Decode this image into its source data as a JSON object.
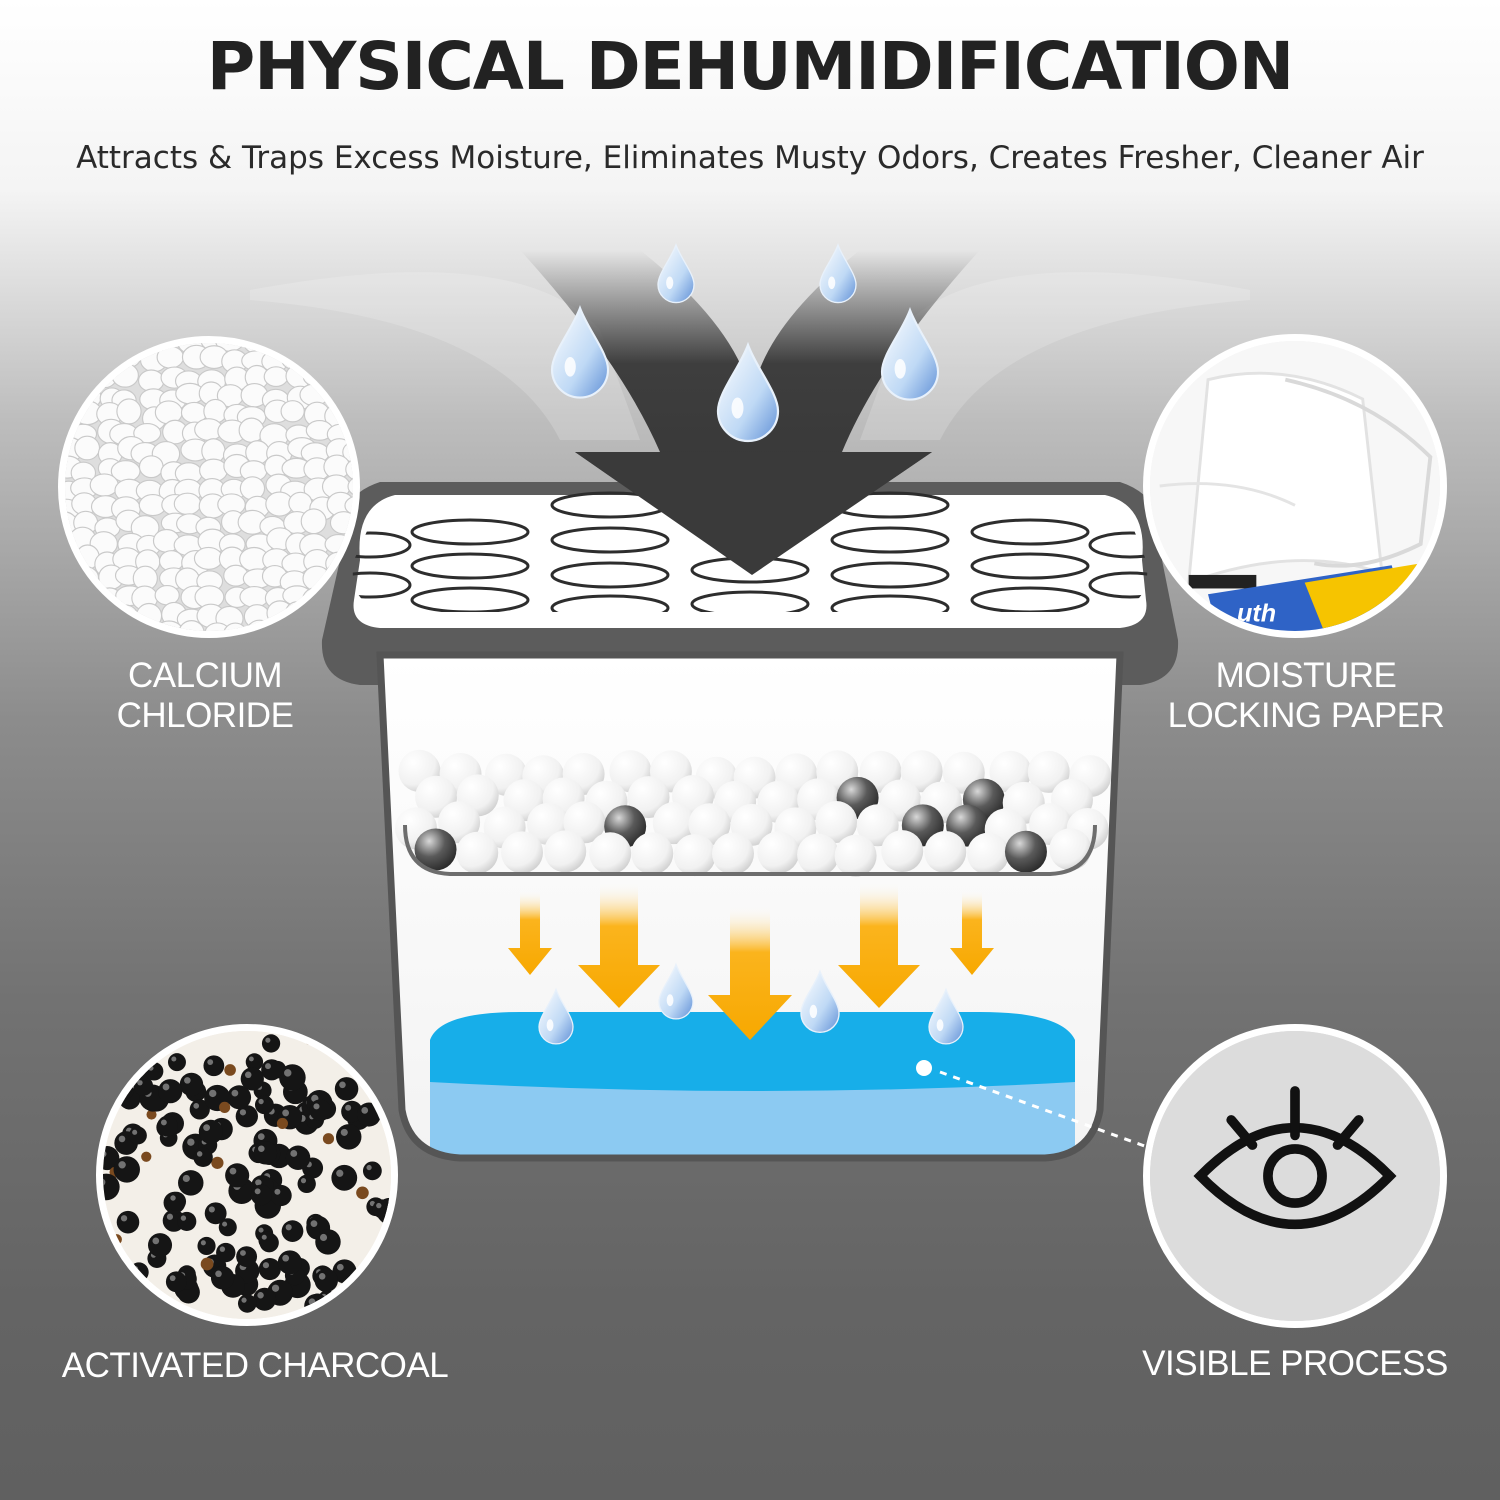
{
  "header": {
    "title": "PHYSICAL DEHUMIDIFICATION",
    "subtitle": "Attracts & Traps Excess Moisture, Eliminates Musty Odors, Creates Fresher, Cleaner Air"
  },
  "features": {
    "calcium_chloride": {
      "line1": "CALCIUM",
      "line2": "CHLORIDE"
    },
    "moisture_paper": {
      "line1": "MOISTURE",
      "line2": "LOCKING PAPER"
    },
    "activated_charcoal": {
      "label": "ACTIVATED CHARCOAL"
    },
    "visible_process": {
      "label": "VISIBLE PROCESS"
    }
  },
  "brand_fragment": "uth",
  "colors": {
    "lid": "#5a5a5a",
    "water": "#19aee8",
    "arrow": "#fbb41d",
    "circle_border": "#ffffff",
    "down_arrow": "#3c3c3c"
  },
  "icons": [
    "water-drop-icon",
    "down-arrow-icon",
    "eye-icon"
  ]
}
